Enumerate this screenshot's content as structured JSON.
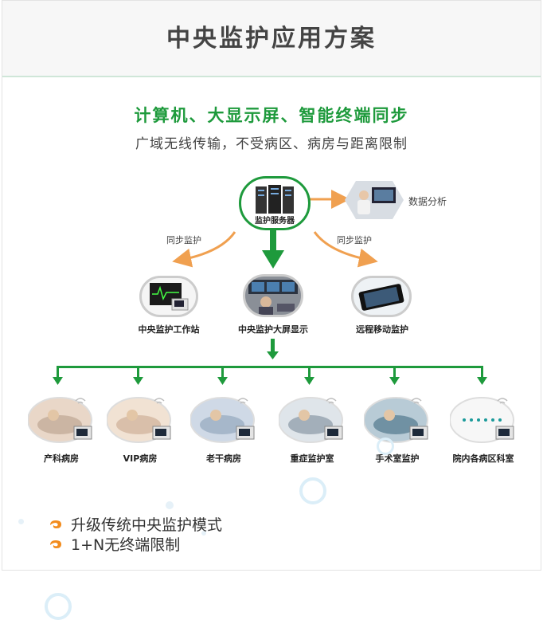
{
  "header": {
    "title": "中央监护应用方案"
  },
  "headline": {
    "subtitle": "计算机、大显示屏、智能终端同步",
    "tagline": "广域无线传输，不受病区、病房与距离限制"
  },
  "server": {
    "label": "监护服务器"
  },
  "analysis": {
    "label": "数据分析"
  },
  "sync": {
    "left": "同步监护",
    "right": "同步监护"
  },
  "stations": [
    {
      "label": "中央监护工作站",
      "icon": "workstation-monitor-icon"
    },
    {
      "label": "中央监护大屏显示",
      "icon": "big-screen-icon"
    },
    {
      "label": "远程移动监护",
      "icon": "mobile-tablet-icon"
    }
  ],
  "wards": [
    {
      "label": "产科病房"
    },
    {
      "label": "VIP病房"
    },
    {
      "label": "老干病房"
    },
    {
      "label": "重症监护室"
    },
    {
      "label": "手术室监护"
    },
    {
      "label": "院内各病区科室"
    }
  ],
  "bullets": [
    {
      "text": "升级传统中央监护模式"
    },
    {
      "text": "1+N无终端限制"
    }
  ],
  "colors": {
    "accent_green": "#1e9a3c",
    "arrow_orange": "#f0a050",
    "title_gray": "#444444"
  }
}
